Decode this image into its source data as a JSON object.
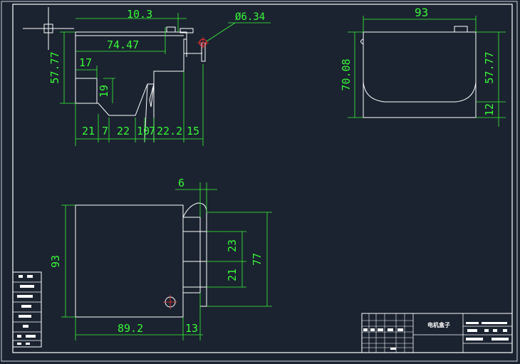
{
  "colors": {
    "background": "#1b2330",
    "geometry": "#ffffff",
    "dimension": "#38f838",
    "center_mark": "#ff3030"
  },
  "front_view": {
    "top_width": "10.3",
    "hole": "Ø6.34",
    "width_total": "74.47",
    "step": "17",
    "height": "57.77",
    "pocket_h": "19",
    "bottom": [
      "21",
      "7",
      "22",
      "10",
      "7",
      "22.2",
      "15"
    ]
  },
  "side_view": {
    "width": "93",
    "height_total": "70.08",
    "height_body": "57.77",
    "base": "12"
  },
  "top_view": {
    "top": "6",
    "height": "93",
    "depth_a": "23",
    "depth_b": "21",
    "overall": "77",
    "width": "89.2",
    "right": "13"
  },
  "title_block": {
    "part_name": "电机盒子"
  }
}
